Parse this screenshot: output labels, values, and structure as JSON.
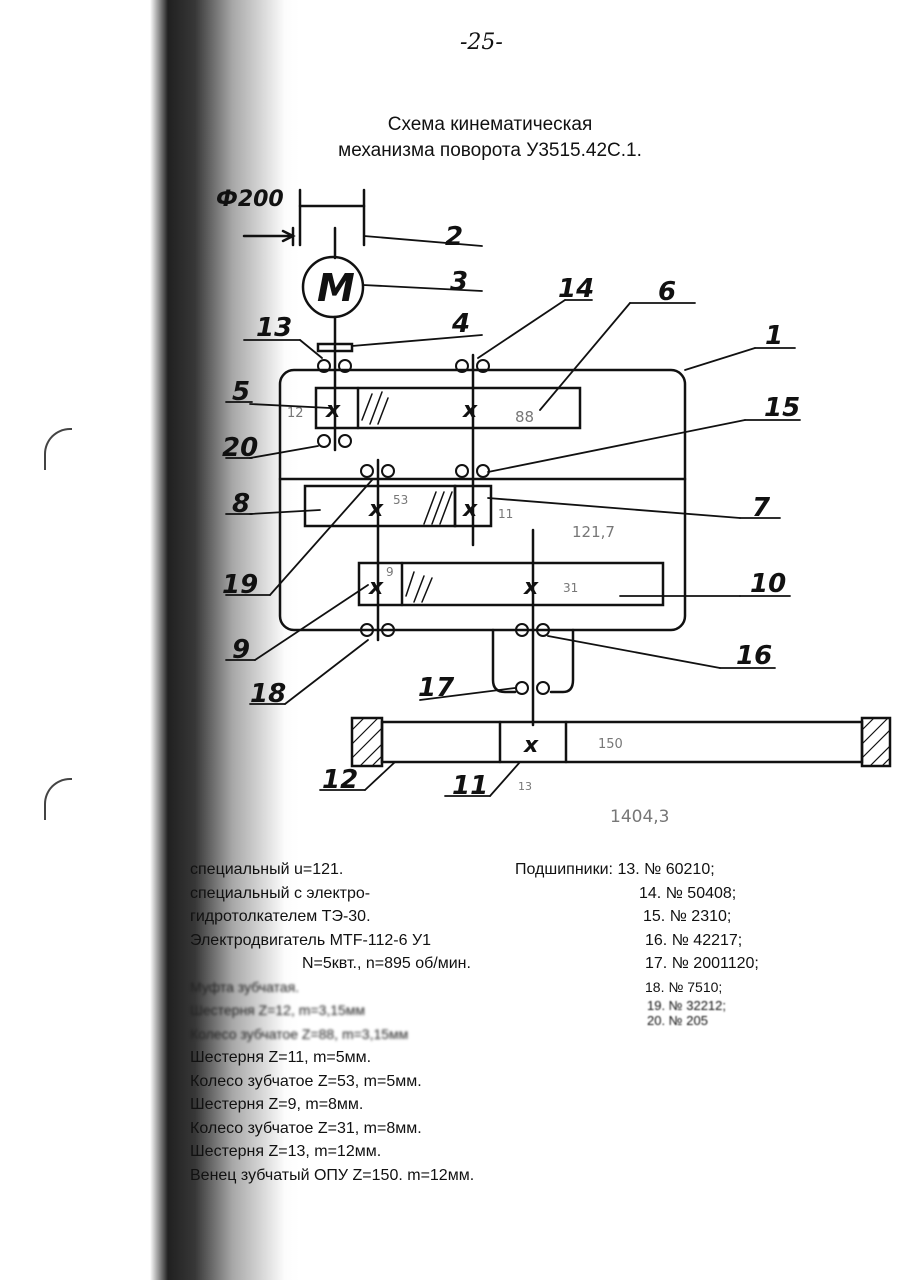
{
  "page_number": "-25-",
  "title": {
    "line1": "Схема кинематическая",
    "line2": "механизма поворота У3515.42С.1."
  },
  "diagram": {
    "dimension_label": "Ф200",
    "motor_symbol": "M",
    "callouts": [
      "1",
      "2",
      "3",
      "4",
      "5",
      "6",
      "7",
      "8",
      "9",
      "10",
      "11",
      "12",
      "13",
      "14",
      "15",
      "16",
      "17",
      "18",
      "19",
      "20"
    ],
    "pencil_notes": {
      "gear5_teeth": "12",
      "gear6_teeth": "88",
      "gear8_teeth": "53",
      "gear7_teeth": "11",
      "gear9_teeth": "9",
      "gear10_teeth": "31",
      "gear12_teeth": "150",
      "gear11_teeth": "13",
      "ratio_note": "121,7",
      "total_note": "1404,3"
    }
  },
  "legend": [
    {
      "text": "специальный u=121.",
      "blurred": false
    },
    {
      "text": "специальный с электро-",
      "blurred": false
    },
    {
      "text": "гидротолкателем ТЭ-30.",
      "blurred": false
    },
    {
      "text": "Электродвигатель МТF-112-6 У1",
      "blurred": false
    },
    {
      "text": "N=5квт., n=895 об/мин.",
      "blurred": false
    },
    {
      "text": "Муфта зубчатая.",
      "blurred": true
    },
    {
      "text": "Шестерня Z=12, m=3,15мм",
      "blurred": true
    },
    {
      "text": "Колесо зубчатое Z=88, m=3,15мм",
      "blurred": true
    },
    {
      "text": "Шестерня Z=11, m=5мм.",
      "blurred": false
    },
    {
      "text": "Колесо зубчатое Z=53, m=5мм.",
      "blurred": false
    },
    {
      "text": "Шестерня Z=9, m=8мм.",
      "blurred": false
    },
    {
      "text": "Колесо зубчатое Z=31, m=8мм.",
      "blurred": false
    },
    {
      "text": "Шестерня Z=13, m=12мм.",
      "blurred": false
    },
    {
      "text": "Венец зубчатый ОПУ Z=150. m=12мм.",
      "blurred": false
    }
  ],
  "bearings": {
    "label": "Подшипники:",
    "items": [
      {
        "text": "13. № 60210;",
        "blurred": false
      },
      {
        "text": "14. № 50408;",
        "blurred": false
      },
      {
        "text": "15. № 2310;",
        "blurred": false
      },
      {
        "text": "16. № 42217;",
        "blurred": false
      },
      {
        "text": "17. № 2001120;",
        "blurred": false
      },
      {
        "text": "18. № 7510;",
        "blurred": false
      },
      {
        "text": "19. № 32212;",
        "blurred": true
      },
      {
        "text": "20. № 205",
        "blurred": true
      }
    ]
  }
}
